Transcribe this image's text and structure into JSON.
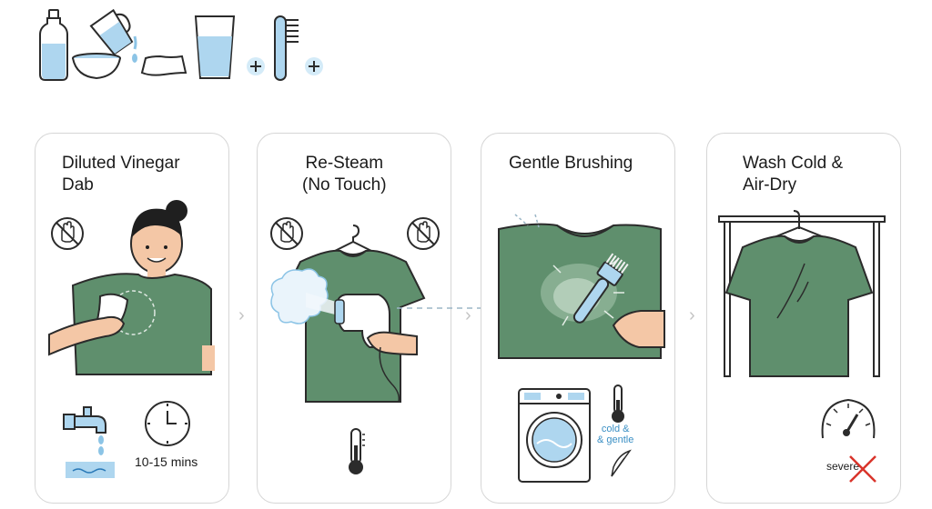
{
  "colors": {
    "shirt_green": "#5f8f6d",
    "water_blue": "#aed6ef",
    "outline": "#2b2b2b",
    "skin": "#f4c7a6",
    "accent_red": "#d9342b",
    "card_border": "#d6d6d6"
  },
  "toolbar": {
    "icons": [
      "bottle-icon",
      "pitcher-pour-icon",
      "bowl-icon",
      "cloth-icon",
      "water-glass-icon",
      "plus-icon",
      "brush-icon",
      "plus-icon"
    ]
  },
  "steps": [
    {
      "title": "Diluted Vinegar\nDab",
      "icons": [
        "no-touch-icon",
        "faucet-icon",
        "clock-icon"
      ],
      "time_label": "10-15 mins"
    },
    {
      "title": "Re-Steam\n(No Touch)",
      "icons": [
        "no-touch-icon",
        "no-touch-icon",
        "steamer-icon",
        "thermometer-icon"
      ]
    },
    {
      "title": "Gentle Brushing",
      "icons": [
        "brush-icon",
        "washing-machine-icon",
        "thermometer-icon",
        "feather-icon"
      ],
      "wash_label": "cold &\n& gentle"
    },
    {
      "title": "Wash Cold &\nAir-Dry",
      "icons": [
        "drying-rack-icon",
        "gauge-icon",
        "cross-icon"
      ],
      "gauge_label": "severe"
    }
  ]
}
